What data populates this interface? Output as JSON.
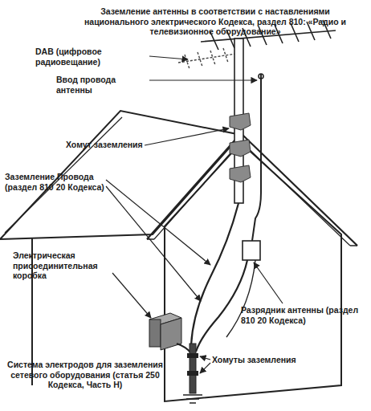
{
  "diagram": {
    "title": "Заземление антенны в соответствии с наставлениями национального электрического Кодекса, раздел 810: «Радио и телевизионное оборудование»",
    "labels": [
      "DAB (цифровое радиовещание)",
      "Ввод провода антенны",
      "Хомут заземления",
      "Заземление Провода (раздел 810 20 Кодекса)",
      "Электрическая присоединительная коробка",
      "Разрядник антенны (раздел 810 20 Кодекса)",
      "Система электродов для заземления сетевого оборудования (статья 250 Кодекса, Часть Н)",
      "Хомуты заземления"
    ]
  }
}
